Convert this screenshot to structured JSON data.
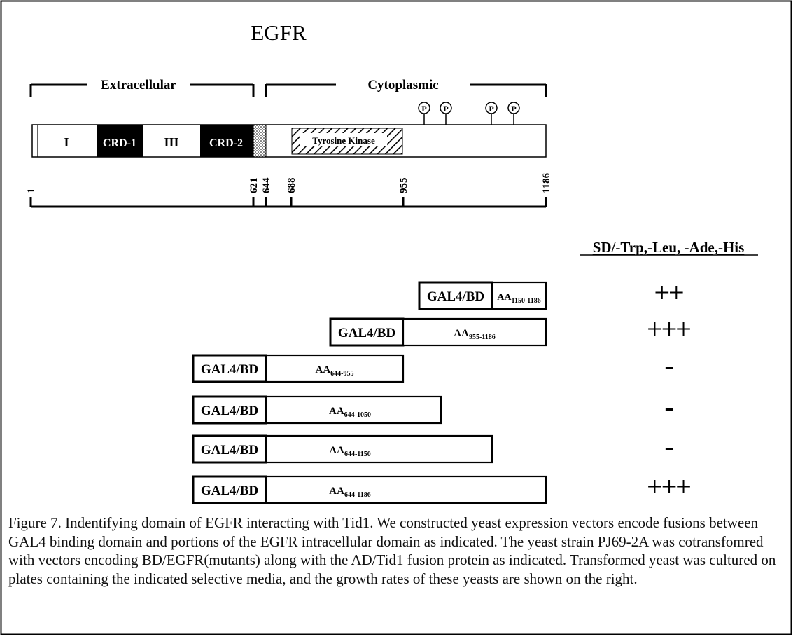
{
  "title": "EGFR",
  "regions": {
    "extracellular": "Extracellular",
    "cytoplasmic": "Cytoplasmic"
  },
  "domains": {
    "d1": "I",
    "crd1": "CRD-1",
    "d3": "III",
    "crd2": "CRD-2",
    "kinase": "Tyrosine Kinase"
  },
  "phospho_symbol": "P",
  "scale_ticks": [
    "1",
    "621",
    "644",
    "688",
    "955",
    "1186"
  ],
  "column_header": "SD/-Trp,-Leu, -Ade,-His",
  "constructs": [
    {
      "bd_label": "GAL4/BD",
      "aa_prefix": "AA",
      "aa_range": "1150-1186",
      "start": 1150,
      "end": 1186,
      "growth": "++"
    },
    {
      "bd_label": "GAL4/BD",
      "aa_prefix": "AA",
      "aa_range": "955-1186",
      "start": 955,
      "end": 1186,
      "growth": "+++"
    },
    {
      "bd_label": "GAL4/BD",
      "aa_prefix": "AA",
      "aa_range": "644-955",
      "start": 644,
      "end": 955,
      "growth": "-"
    },
    {
      "bd_label": "GAL4/BD",
      "aa_prefix": "AA",
      "aa_range": "644-1050",
      "start": 644,
      "end": 1050,
      "growth": "-"
    },
    {
      "bd_label": "GAL4/BD",
      "aa_prefix": "AA",
      "aa_range": "644-1150",
      "start": 644,
      "end": 1150,
      "growth": "-"
    },
    {
      "bd_label": "GAL4/BD",
      "aa_prefix": "AA",
      "aa_range": "644-1186",
      "start": 644,
      "end": 1186,
      "growth": "+++"
    }
  ],
  "caption": "Figure 7. Indentifying domain of EGFR interacting with Tid1. We constructed yeast expression vectors encode fusions between GAL4 binding domain and portions of the EGFR intracellular domain as indicated. The yeast strain PJ69-2A was cotransfomred with vectors encoding BD/EGFR(mutants) along with the AD/Tid1 fusion protein as indicated. Transformed yeast was cultured on plates containing the indicated selective media, and the growth rates of these yeasts are shown on the right."
}
